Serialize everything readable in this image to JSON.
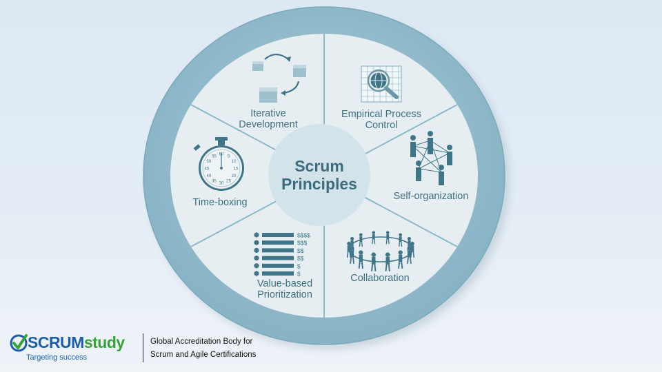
{
  "diagram": {
    "title_line1": "Scrum",
    "title_line2": "Principles",
    "segments": [
      {
        "id": "iterative",
        "line1": "Iterative",
        "line2": "Development"
      },
      {
        "id": "empirical",
        "line1": "Empirical Process",
        "line2": "Control"
      },
      {
        "id": "self",
        "line1": "Self-organization",
        "line2": ""
      },
      {
        "id": "collab",
        "line1": "Collaboration",
        "line2": ""
      },
      {
        "id": "value",
        "line1": "Value-based",
        "line2": "Prioritization"
      },
      {
        "id": "time",
        "line1": "Time-boxing",
        "line2": ""
      }
    ],
    "value_list_prices": [
      "$$$$",
      "$$$",
      "$$",
      "$$",
      "$",
      "$"
    ],
    "stopwatch_numbers": [
      "60",
      "5",
      "10",
      "15",
      "20",
      "25",
      "30",
      "35",
      "40",
      "45",
      "50",
      "55"
    ]
  },
  "footer": {
    "logo_scrum": "SCRUM",
    "logo_study": "study",
    "tagline": "Targeting success",
    "line1": "Global Accreditation Body for",
    "line2": "Scrum and Agile Certifications"
  },
  "colors": {
    "ring": "#8db8c8",
    "ring_edge": "#7aa9bb",
    "sectors": "#e6eef2",
    "center": "#d2e3ea",
    "icon": "#3f7587",
    "label": "#3f6f80",
    "brand_blue": "#1c5ea9",
    "brand_green": "#36a33a"
  }
}
